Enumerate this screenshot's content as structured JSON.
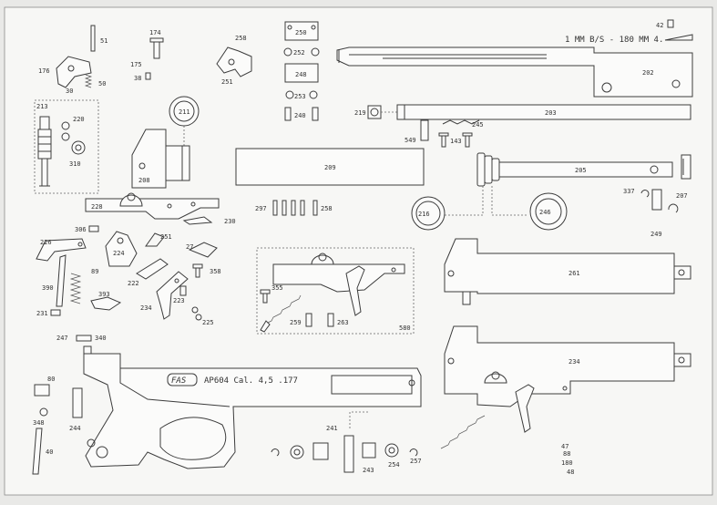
{
  "header": {
    "spec": "1 MM B/S - 180 MM 4."
  },
  "stamp": {
    "brand": "FAS",
    "model": "AP604 Cal. 4,5   .177"
  },
  "labels": {
    "l51": "51",
    "l174": "174",
    "l175": "175",
    "l176": "176",
    "l30": "30",
    "l50": "50",
    "l38": "38",
    "l258": "258",
    "l251": "251",
    "l250": "250",
    "l252": "252",
    "l248": "248",
    "l253": "253",
    "l240": "240",
    "l213": "213",
    "l220": "220",
    "l310": "310",
    "l211": "211",
    "l208": "208",
    "l42": "42",
    "l202": "202",
    "l219": "219",
    "l203": "203",
    "l245": "245",
    "l549": "549",
    "l143": "143",
    "l209": "209",
    "l205": "205",
    "l207": "207",
    "l337": "337",
    "l216": "216",
    "l246": "246",
    "l228": "228",
    "l230": "230",
    "l297": "297",
    "l258b": "258",
    "l249": "249",
    "l306": "306",
    "l226": "226",
    "l224": "224",
    "l27": "27",
    "l358": "358",
    "l251b": "251",
    "l89": "89",
    "l390": "390",
    "l393": "393",
    "l222": "222",
    "l223": "223",
    "l234": "234",
    "l225": "225",
    "l231": "231",
    "l261": "261",
    "l355": "355",
    "l259": "259",
    "l263": "263",
    "l580": "580",
    "l234b": "234",
    "l247": "247",
    "l340": "340",
    "l80": "80",
    "l348": "348",
    "l244": "244",
    "l40": "40",
    "l241": "241",
    "l243": "243",
    "l254": "254",
    "l257": "257",
    "l47": "47",
    "l88": "88",
    "l180": "180",
    "l48": "48"
  }
}
